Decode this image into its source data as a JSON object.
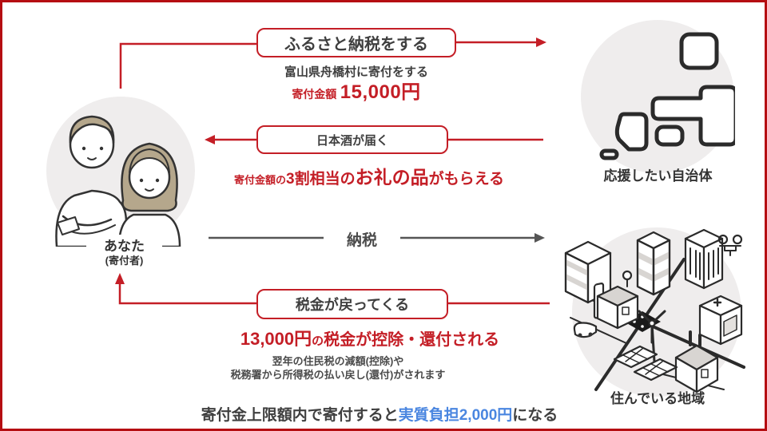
{
  "palette": {
    "red": "#c41e26",
    "frame": "#b50e12",
    "blue": "#4a86e0",
    "dark": "#3f3f3f",
    "mid": "#4a4a4a",
    "arrowgray": "#555555",
    "circle": "#efeded",
    "line": "#2e2b2b",
    "hair": "#b5a78c"
  },
  "donor": {
    "label": "あなた",
    "sublabel": "(寄付者)"
  },
  "municipality": {
    "label": "応援したい自治体"
  },
  "region": {
    "label": "住んでいる地域"
  },
  "step_donate": {
    "box_label": "ふるさと納税をする",
    "description": "富山県舟橋村に寄付をする",
    "amount_label": "寄付金額",
    "amount_value": "15,000円"
  },
  "step_gift": {
    "box_label": "日本酒が届く",
    "note_prefix": "寄付金額の",
    "note_mid": "3割相当の",
    "note_emphasis": "お礼の品",
    "note_suffix": "がもらえる"
  },
  "tax_arrow": {
    "label": "納税"
  },
  "step_refund": {
    "box_label": "税金が戻ってくる",
    "note_amount": "13,000円",
    "note_particle": "の",
    "note_rest": "税金が控除・還付される",
    "detail_line1": "翌年の住民税の減額(控除)や",
    "detail_line2": "税務署から所得税の払い戻し(還付)がされます"
  },
  "footer": {
    "prefix": "寄付金上限額内で寄付すると",
    "highlight": "実質負担2,000円",
    "suffix": "になる"
  },
  "icons": {
    "couple": "donor-couple-illustration",
    "japan": "japan-map-illustration",
    "city": "city-illustration"
  }
}
